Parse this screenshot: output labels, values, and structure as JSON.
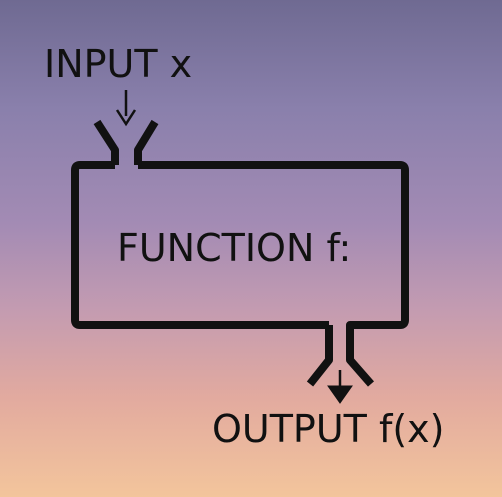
{
  "diagram": {
    "input_label": "INPUT x",
    "function_label": "FUNCTION f:",
    "output_label": "OUTPUT f(x)"
  },
  "colors": {
    "stroke": "#111111",
    "background_top": "#6f6a92",
    "background_mid": "#a38bb4",
    "background_bottom": "#f3c59c"
  }
}
